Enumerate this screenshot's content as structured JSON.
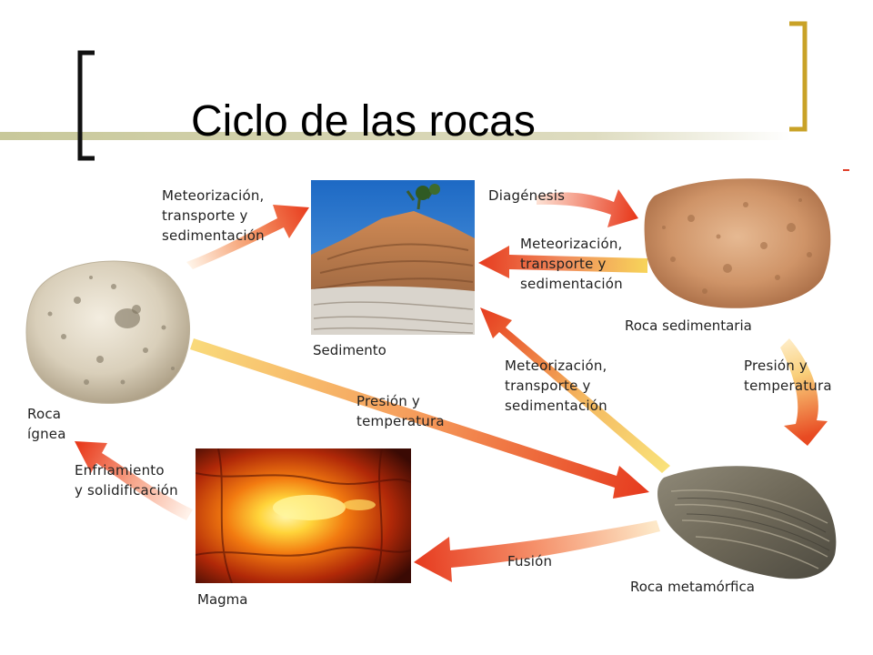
{
  "slide": {
    "title": "Ciclo de las rocas",
    "marker": "-"
  },
  "nodes": {
    "sedimento": "Sedimento",
    "roca_sedimentaria": "Roca sedimentaria",
    "roca_metamorfica": "Roca metamórfica",
    "magma": "Magma",
    "roca_ignea": "Roca\nígnea"
  },
  "processes": {
    "ignea_to_sedimento": "Meteorización,\ntransporte y\nsedimentación",
    "diagenesis": "Diagénesis",
    "sedimentaria_to_sedimento": "Meteorización,\ntransporte y\nsedimentación",
    "metamorfica_to_sedimento": "Meteorización,\ntransporte y\nsedimentación",
    "ignea_to_metamorfica": "Presión y\ntemperatura",
    "sedimentaria_to_metamorfica": "Presión y\ntemperatura",
    "fusion": "Fusión",
    "enfriamiento": "Enfriamiento\ny solidificación"
  },
  "colors": {
    "accent_gold": "#c9a227",
    "bracket_dark": "#111111",
    "title_line": "#c8c89a",
    "arrow_red": "#e8391c",
    "arrow_yellow": "#f7d35a"
  }
}
